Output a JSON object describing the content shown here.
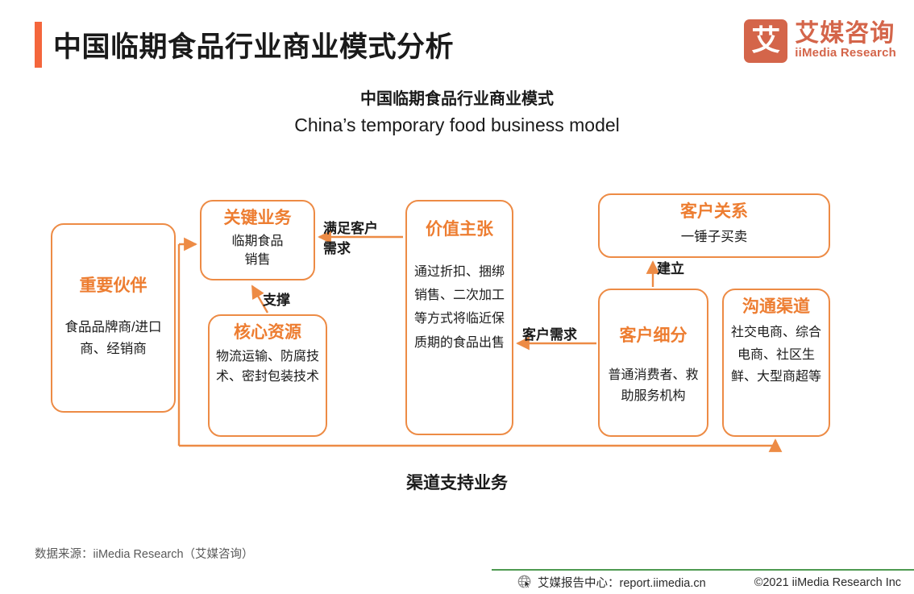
{
  "header": {
    "title": "中国临期食品行业商业模式分析",
    "accent_color": "#F4663C",
    "logo": {
      "mark_glyph": "艾",
      "name_cn": "艾媒咨询",
      "name_en": "iiMedia Research",
      "color": "#D4654A"
    }
  },
  "subtitle": {
    "cn": "中国临期食品行业商业模式",
    "en": "China’s temporary food business model"
  },
  "diagram": {
    "theme_color": "#ED7D31",
    "border_color": "#ED8B45",
    "nodes": [
      {
        "id": "partners",
        "title": "重要伙伴",
        "body": "食品品牌商/进口商、经销商"
      },
      {
        "id": "key_activities",
        "title": "关键业务",
        "body": "临期食品\n销售"
      },
      {
        "id": "core_resources",
        "title": "核心资源",
        "body": "物流运输、防腐技术、密封包装技术"
      },
      {
        "id": "value_proposition",
        "title": "价值主张",
        "body": "通过折扣、捆绑销售、二次加工等方式将临近保质期的食品出售"
      },
      {
        "id": "customer_relations",
        "title": "客户关系",
        "body": "一锤子买卖"
      },
      {
        "id": "customer_segments",
        "title": "客户细分",
        "body": "普通消费者、救助服务机构"
      },
      {
        "id": "channels",
        "title": "沟通渠道",
        "body": "社交电商、综合电商、社区生鲜、大型商超等"
      }
    ],
    "edge_labels": {
      "satisfy": "满足客户\n需求",
      "support": "支撑",
      "demand": "客户需求",
      "build": "建立",
      "bottom": "渠道支持业务"
    }
  },
  "footer": {
    "source": "数据来源：iiMedia Research（艾媒咨询）",
    "report_center": "艾媒报告中心：report.iimedia.cn",
    "copyright": "©2021  iiMedia Research  Inc",
    "rule_color": "#4E9A51"
  }
}
